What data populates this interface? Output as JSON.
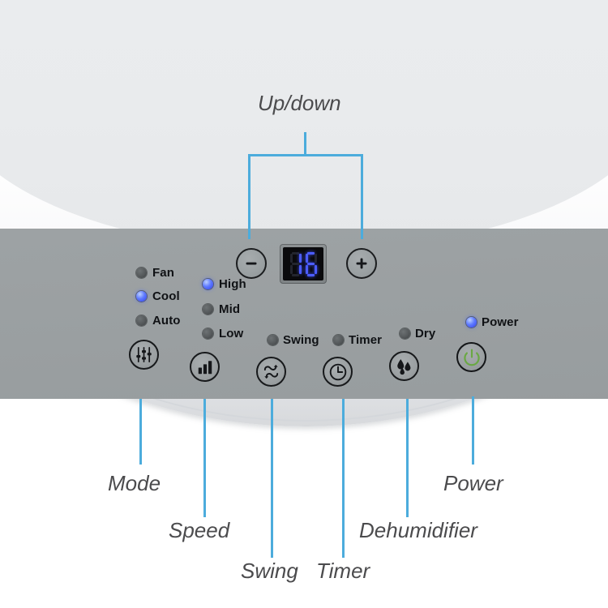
{
  "device": {
    "name": "portable-air-conditioner-control-panel",
    "panel_color": "#9ea3a5",
    "panel_border_color": "#565a5c",
    "body_color": "#f4f5f7"
  },
  "display": {
    "value": "16",
    "digits": [
      "1",
      "6"
    ],
    "lit_color": "#4c5dff",
    "unlit_color": "#23252e",
    "background": "#0a0a0c"
  },
  "indicators": {
    "mode_group": [
      {
        "label": "Fan",
        "state": "off"
      },
      {
        "label": "Cool",
        "state": "on"
      },
      {
        "label": "Auto",
        "state": "off"
      }
    ],
    "speed_group": [
      {
        "label": "High",
        "state": "on"
      },
      {
        "label": "Mid",
        "state": "off"
      },
      {
        "label": "Low",
        "state": "off"
      }
    ],
    "function_group": [
      {
        "label": "Swing",
        "state": "off"
      },
      {
        "label": "Timer",
        "state": "off"
      },
      {
        "label": "Dry",
        "state": "off"
      },
      {
        "label": "Power",
        "state": "on"
      }
    ],
    "on_color": "#4c5dff",
    "off_color": "#4b4f51"
  },
  "buttons": {
    "minus": {
      "icon": "minus-icon",
      "symbol": "−"
    },
    "plus": {
      "icon": "plus-icon",
      "symbol": "+"
    },
    "mode": {
      "icon": "sliders-icon"
    },
    "speed": {
      "icon": "bar-chart-icon"
    },
    "swing": {
      "icon": "circular-arrows-icon"
    },
    "timer": {
      "icon": "clock-icon"
    },
    "dehumidifier": {
      "icon": "water-drops-icon"
    },
    "power": {
      "icon": "power-symbol-icon",
      "color": "#6aa844"
    }
  },
  "annotations": {
    "accent_color": "#4cacdc",
    "text_color": "#4b4b4d",
    "updown": "Up/down",
    "mode": "Mode",
    "speed": "Speed",
    "swing": "Swing",
    "timer": "Timer",
    "dehumidifier": "Dehumidifier",
    "power": "Power"
  }
}
